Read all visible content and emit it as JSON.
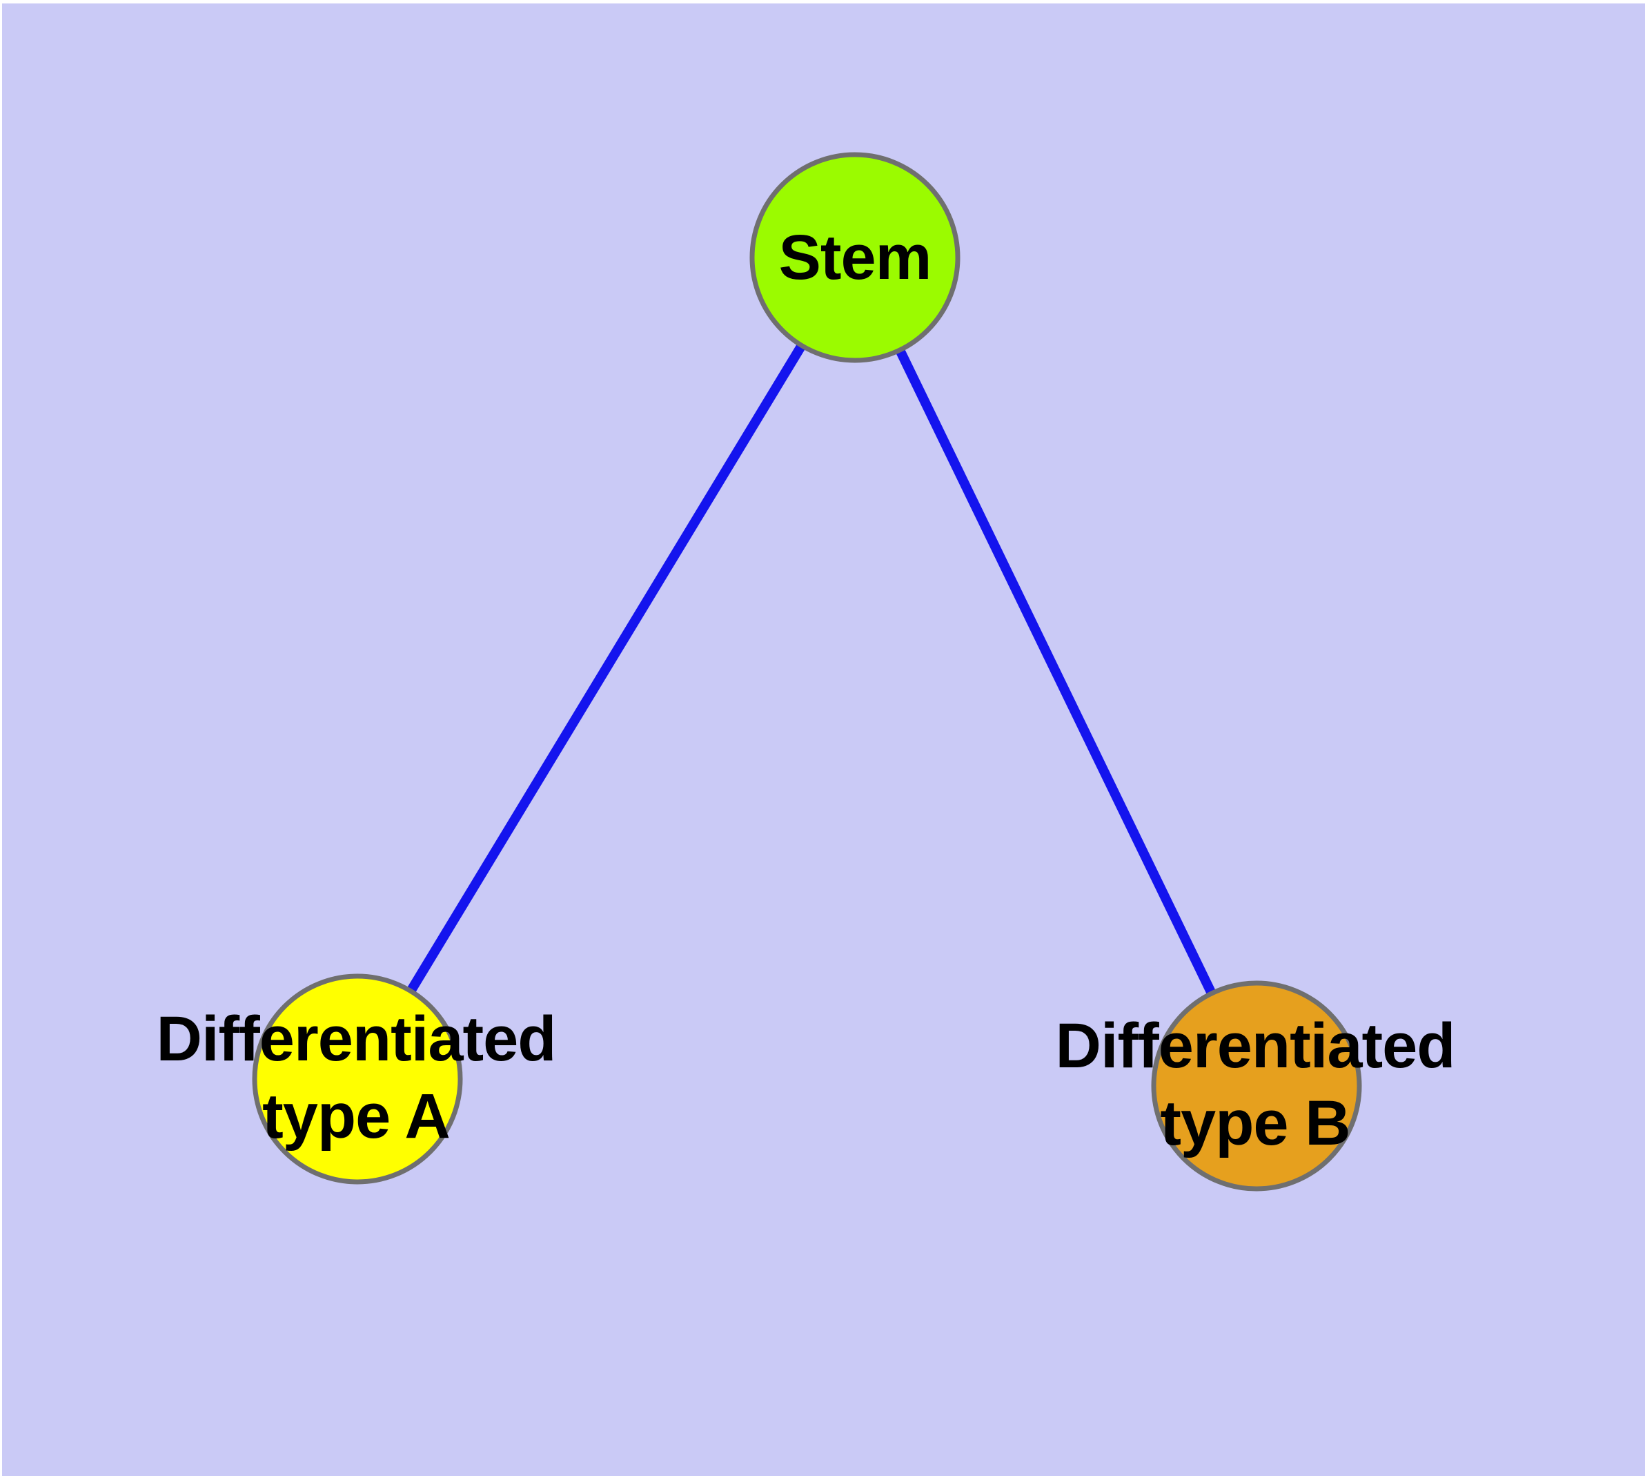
{
  "canvas": {
    "background_color": "#cacaf6",
    "frame_color": "#ffffff"
  },
  "graph": {
    "type": "node-link-diagram",
    "nodes": [
      {
        "id": "stem",
        "label": "Stem",
        "fill": "#9bfb00",
        "border": "#6f6f6f"
      },
      {
        "id": "differentiated-type-a",
        "label": "Differentiated\ntype A",
        "fill": "#ffff00",
        "border": "#6f6f6f"
      },
      {
        "id": "differentiated-type-b",
        "label": "Differentiated\ntype B",
        "fill": "#e6a01e",
        "border": "#6f6f6f"
      }
    ],
    "edges": [
      {
        "from": "stem",
        "to": "differentiated-type-a",
        "color": "#1414ee"
      },
      {
        "from": "stem",
        "to": "differentiated-type-b",
        "color": "#1414ee"
      }
    ]
  }
}
